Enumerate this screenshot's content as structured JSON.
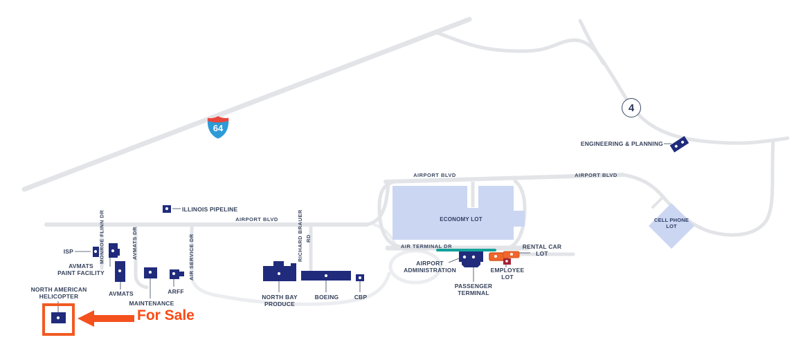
{
  "markers": {
    "interstate": "64",
    "route": "4"
  },
  "roads": {
    "airport_blvd": "AIRPORT BLVD",
    "air_terminal_dr": "AIR TERMINAL DR",
    "monroe_flinn_dr": "MONROE FLINN DR",
    "avmats_dr": "AVMATS DR",
    "air_service_dr": "AIR SERVICE DR",
    "richard_brauer": "RICHARD BRAUER",
    "richard_brauer_suffix": "RD"
  },
  "facilities": {
    "isp": "ISP",
    "avmats_paint_facility": "AVMATS\nPAINT FACILITY",
    "avmats": "AVMATS",
    "maintenance": "MAINTENANCE",
    "arff": "ARFF",
    "north_american_helicopter": "NORTH AMERICAN\nHELICOPTER",
    "illinois_pipeline": "ILLINOIS PIPELINE",
    "north_bay_produce": "NORTH BAY\nPRODUCE",
    "boeing": "BOEING",
    "cbp": "CBP",
    "airport_administration": "AIRPORT\nADMINISTRATION",
    "passenger_terminal": "PASSENGER\nTERMINAL",
    "engineering_planning": "ENGINEERING & PLANNING"
  },
  "lots": {
    "economy": "ECONOMY LOT",
    "cell_phone": "CELL PHONE\nLOT",
    "employee": "EMPLOYEE\nLOT",
    "rental_car": "RENTAL CAR\nLOT"
  },
  "annotation": {
    "for_sale": "For Sale"
  },
  "colors": {
    "building_navy": "#202b7c",
    "label_navy": "#35415a",
    "lot_blue": "#cbd6f2",
    "road_gray": "#e2e4e8",
    "teal": "#12a19a",
    "lot_orange": "#f0662c",
    "lot_maroon": "#a32334",
    "for_sale_orange": "#fb4a13",
    "shield_blue": "#2e9bd6",
    "shield_red": "#e8473c"
  }
}
